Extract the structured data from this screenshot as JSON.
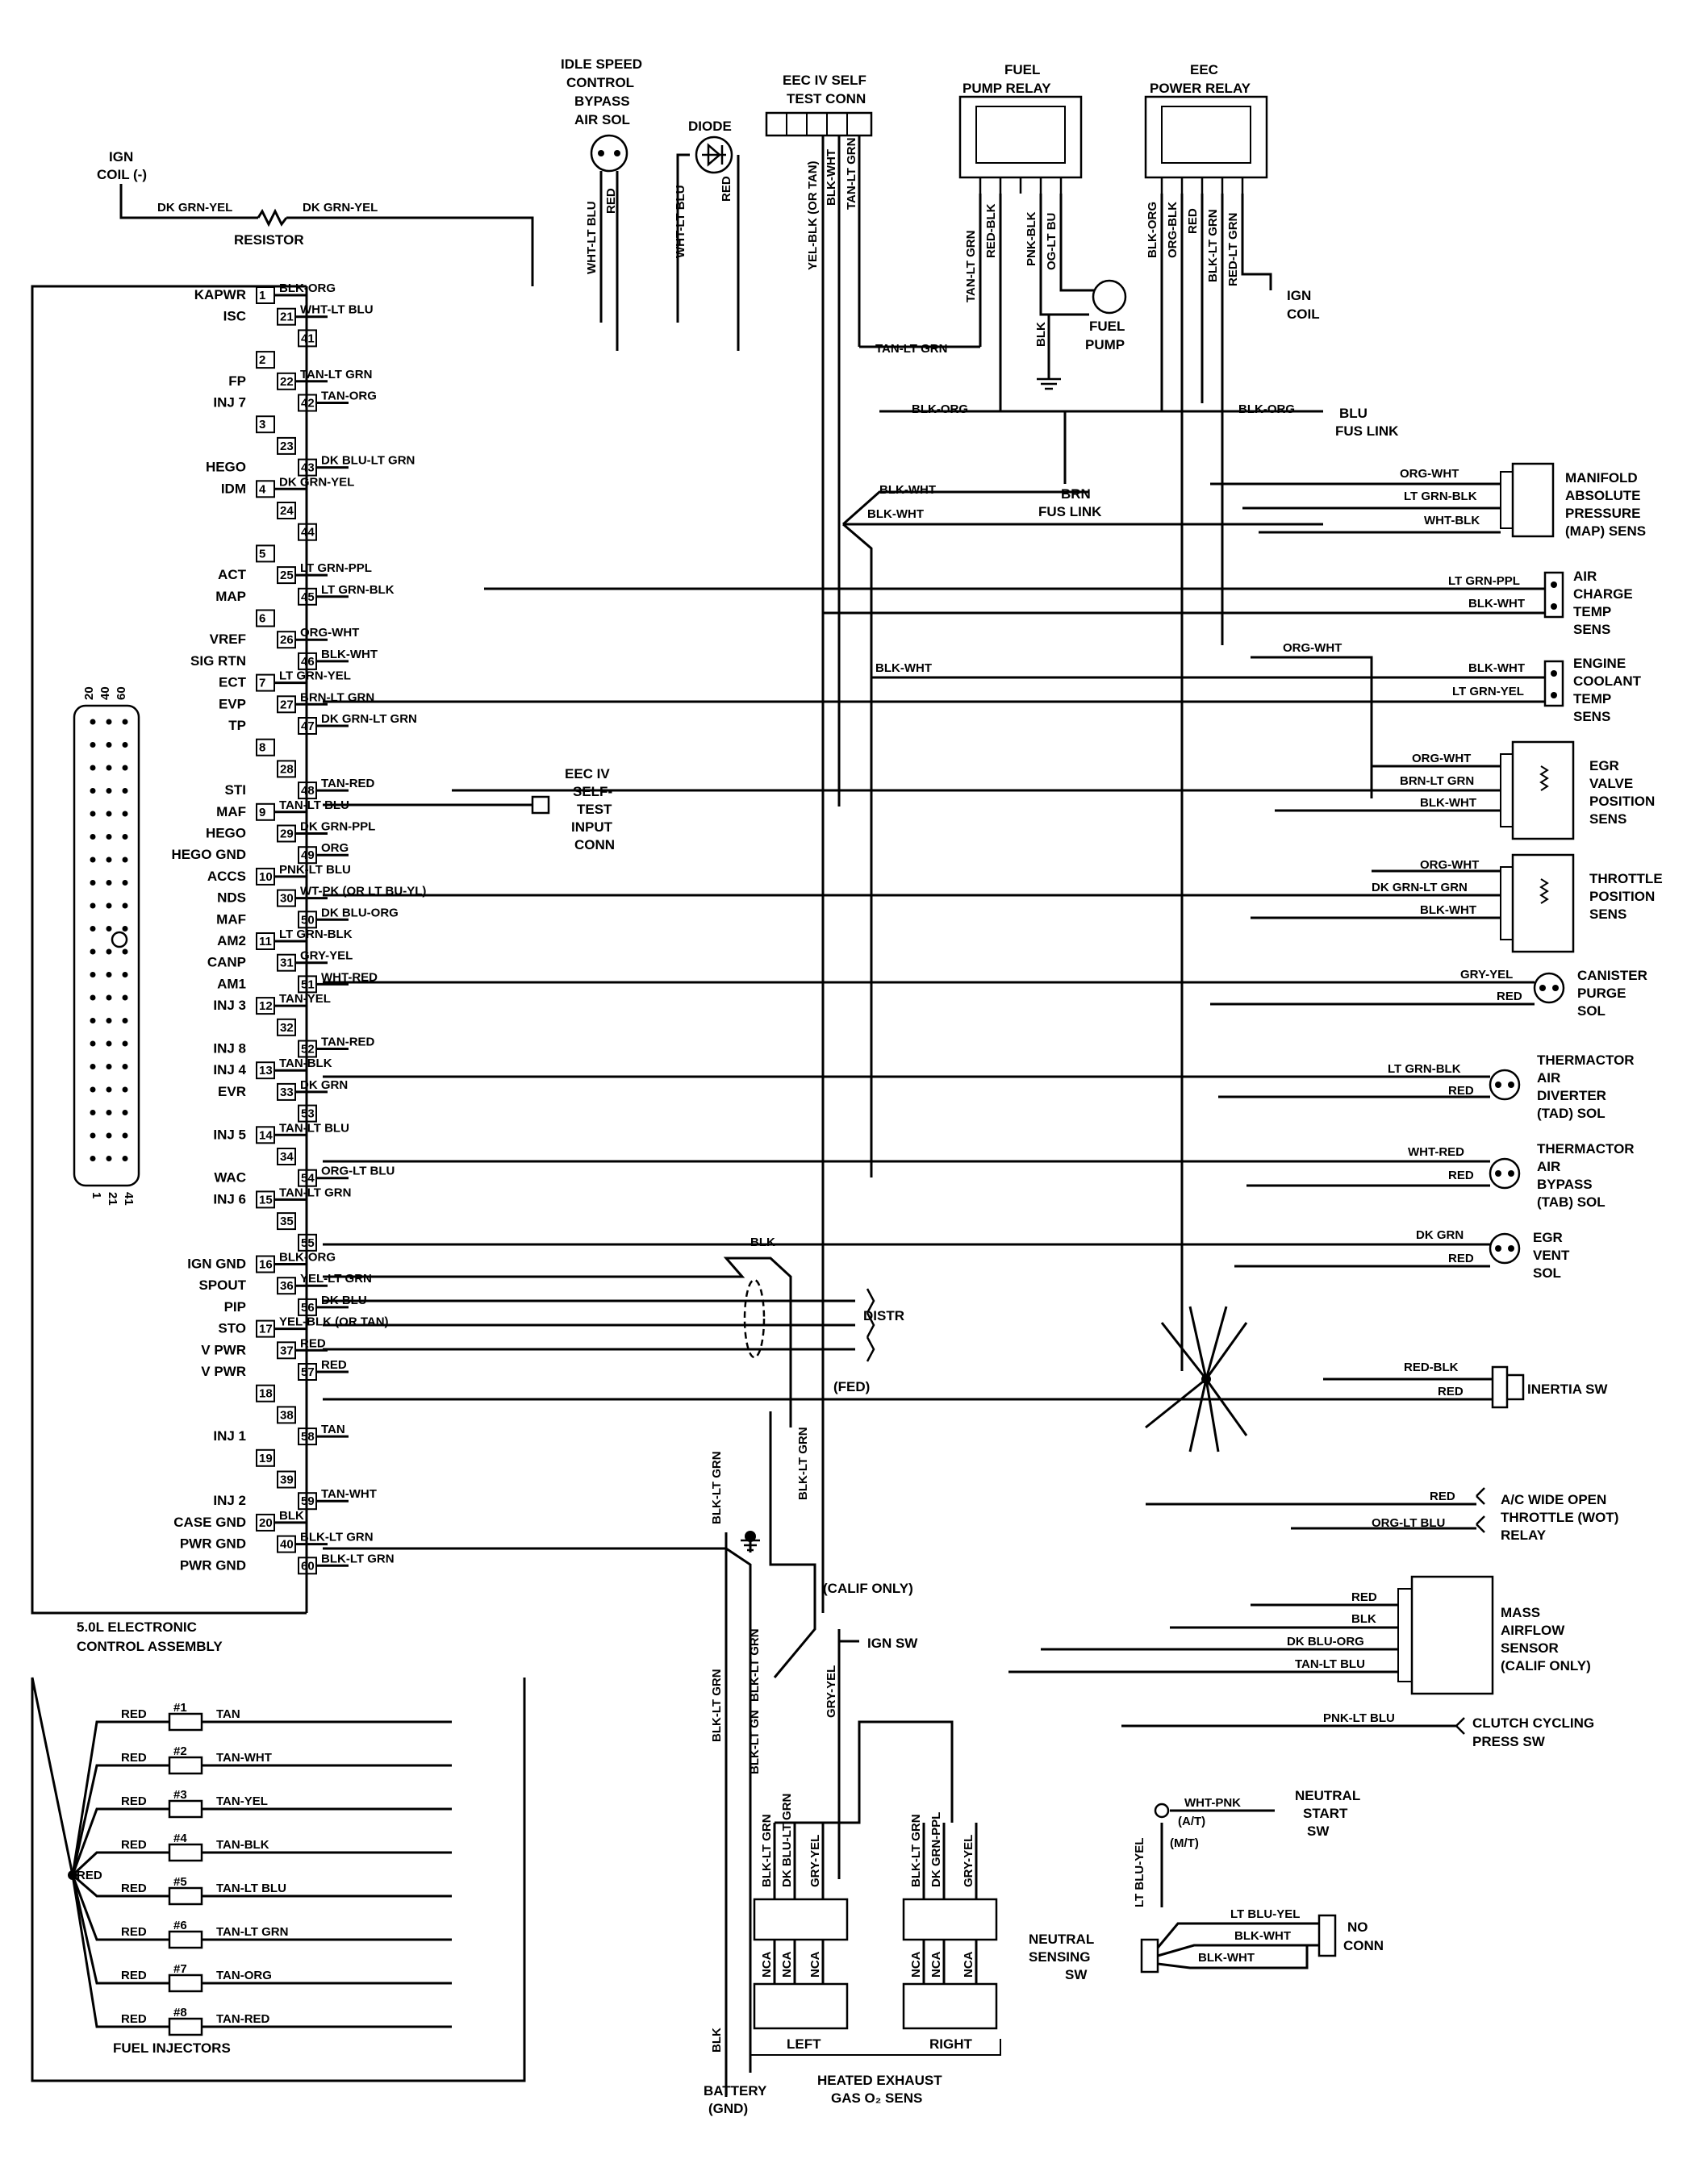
{
  "ecu": {
    "pin_names": [
      {
        "pin": "1",
        "name": "KAPWR",
        "wire": "BLK-ORG"
      },
      {
        "pin": "21",
        "name": "ISC",
        "wire": "WHT-LT BLU"
      },
      {
        "pin": "41",
        "name": "",
        "wire": ""
      },
      {
        "pin": "2",
        "name": "",
        "wire": ""
      },
      {
        "pin": "22",
        "name": "FP",
        "wire": "TAN-LT GRN"
      },
      {
        "pin": "42",
        "name": "INJ 7",
        "wire": "TAN-ORG"
      },
      {
        "pin": "3",
        "name": "",
        "wire": ""
      },
      {
        "pin": "23",
        "name": "",
        "wire": ""
      },
      {
        "pin": "43",
        "name": "HEGO",
        "wire": "DK BLU-LT GRN"
      },
      {
        "pin": "4",
        "name": "IDM",
        "wire": "DK GRN-YEL"
      },
      {
        "pin": "24",
        "name": "",
        "wire": ""
      },
      {
        "pin": "44",
        "name": "",
        "wire": ""
      },
      {
        "pin": "5",
        "name": "",
        "wire": ""
      },
      {
        "pin": "25",
        "name": "ACT",
        "wire": "LT GRN-PPL"
      },
      {
        "pin": "45",
        "name": "MAP",
        "wire": "LT GRN-BLK"
      },
      {
        "pin": "6",
        "name": "",
        "wire": ""
      },
      {
        "pin": "26",
        "name": "VREF",
        "wire": "ORG-WHT"
      },
      {
        "pin": "46",
        "name": "SIG RTN",
        "wire": "BLK-WHT"
      },
      {
        "pin": "7",
        "name": "ECT",
        "wire": "LT GRN-YEL"
      },
      {
        "pin": "27",
        "name": "EVP",
        "wire": "BRN-LT GRN"
      },
      {
        "pin": "47",
        "name": "TP",
        "wire": "DK GRN-LT GRN"
      },
      {
        "pin": "8",
        "name": "",
        "wire": ""
      },
      {
        "pin": "28",
        "name": "",
        "wire": ""
      },
      {
        "pin": "48",
        "name": "STI",
        "wire": "TAN-RED"
      },
      {
        "pin": "9",
        "name": "MAF",
        "wire": "TAN-LT BLU"
      },
      {
        "pin": "29",
        "name": "HEGO",
        "wire": "DK GRN-PPL"
      },
      {
        "pin": "49",
        "name": "HEGO GND",
        "wire": "ORG"
      },
      {
        "pin": "10",
        "name": "ACCS",
        "wire": "PNK-LT BLU"
      },
      {
        "pin": "30",
        "name": "NDS",
        "wire": "WT-PK (OR LT BU-YL)"
      },
      {
        "pin": "50",
        "name": "MAF",
        "wire": "DK BLU-ORG"
      },
      {
        "pin": "11",
        "name": "AM2",
        "wire": "LT GRN-BLK"
      },
      {
        "pin": "31",
        "name": "CANP",
        "wire": "GRY-YEL"
      },
      {
        "pin": "51",
        "name": "AM1",
        "wire": "WHT-RED"
      },
      {
        "pin": "12",
        "name": "INJ 3",
        "wire": "TAN-YEL"
      },
      {
        "pin": "32",
        "name": "",
        "wire": ""
      },
      {
        "pin": "52",
        "name": "INJ 8",
        "wire": "TAN-RED"
      },
      {
        "pin": "13",
        "name": "INJ 4",
        "wire": "TAN-BLK"
      },
      {
        "pin": "33",
        "name": "EVR",
        "wire": "DK GRN"
      },
      {
        "pin": "53",
        "name": "",
        "wire": ""
      },
      {
        "pin": "14",
        "name": "INJ 5",
        "wire": "TAN-LT BLU"
      },
      {
        "pin": "34",
        "name": "",
        "wire": ""
      },
      {
        "pin": "54",
        "name": "WAC",
        "wire": "ORG-LT BLU"
      },
      {
        "pin": "15",
        "name": "INJ 6",
        "wire": "TAN-LT GRN"
      },
      {
        "pin": "35",
        "name": "",
        "wire": ""
      },
      {
        "pin": "55",
        "name": "",
        "wire": ""
      },
      {
        "pin": "16",
        "name": "IGN GND",
        "wire": "BLK-ORG"
      },
      {
        "pin": "36",
        "name": "SPOUT",
        "wire": "YEL-LT GRN"
      },
      {
        "pin": "56",
        "name": "PIP",
        "wire": "DK BLU"
      },
      {
        "pin": "17",
        "name": "STO",
        "wire": "YEL-BLK (OR TAN)"
      },
      {
        "pin": "37",
        "name": "V PWR",
        "wire": "RED"
      },
      {
        "pin": "57",
        "name": "V PWR",
        "wire": "RED"
      },
      {
        "pin": "18",
        "name": "",
        "wire": ""
      },
      {
        "pin": "38",
        "name": "",
        "wire": ""
      },
      {
        "pin": "58",
        "name": "INJ 1",
        "wire": "TAN"
      },
      {
        "pin": "19",
        "name": "",
        "wire": ""
      },
      {
        "pin": "39",
        "name": "",
        "wire": ""
      },
      {
        "pin": "59",
        "name": "INJ 2",
        "wire": "TAN-WHT"
      },
      {
        "pin": "20",
        "name": "CASE GND",
        "wire": "BLK"
      },
      {
        "pin": "40",
        "name": "PWR GND",
        "wire": "BLK-LT GRN"
      },
      {
        "pin": "60",
        "name": "PWR GND",
        "wire": "BLK-LT GRN"
      }
    ],
    "title_line1": "5.0L ELECTRONIC",
    "title_line2": "CONTROL ASSEMBLY",
    "connector_top": [
      "20",
      "40",
      "60"
    ],
    "connector_bottom": [
      "1",
      "21",
      "41"
    ]
  },
  "top": {
    "ign_coil": [
      "IGN",
      "COIL (-)"
    ],
    "resistor": "RESISTOR",
    "resistor_wire_left": "DK GRN-YEL",
    "resistor_wire_right": "DK GRN-YEL",
    "isc": [
      "IDLE SPEED",
      "CONTROL",
      "BYPASS",
      "AIR SOL"
    ],
    "isc_wires": [
      "WHT-LT BLU",
      "RED"
    ],
    "diode": "DIODE",
    "diode_wires": [
      "WHT-LT BLU",
      "RED"
    ],
    "self_test_conn": [
      "EEC IV SELF",
      "TEST CONN"
    ],
    "self_test_wires": [
      "YEL-BLK (OR TAN)",
      "BLK-WHT",
      "TAN-LT GRN"
    ],
    "fuel_pump_relay": [
      "FUEL",
      "PUMP RELAY"
    ],
    "fpr_wires": [
      "TAN-LT GRN",
      "RED-BLK",
      "PNK-BLK",
      "OG-LT BU"
    ],
    "fuel_pump": [
      "FUEL",
      "PUMP"
    ],
    "fuel_pump_gnd": "BLK",
    "eec_power_relay": [
      "EEC",
      "POWER RELAY"
    ],
    "epr_wires": [
      "BLK-ORG",
      "ORG-BLK",
      "RED",
      "BLK-LT GRN",
      "RED-LT GRN"
    ],
    "ign_coil2": [
      "IGN",
      "COIL"
    ],
    "blu_fus": [
      "BLU",
      "FUS LINK"
    ],
    "brn_fus": [
      "BRN",
      "FUS LINK"
    ],
    "wire_tan_lt_grn": "TAN-LT GRN",
    "wire_blk_org": "BLK-ORG",
    "wire_blk_org2": "BLK-ORG",
    "wire_blk_wht1": "BLK-WHT",
    "wire_blk_wht2": "BLK-WHT",
    "wire_blk_wht3": "BLK-WHT"
  },
  "right": {
    "map": [
      "MANIFOLD",
      "ABSOLUTE",
      "PRESSURE",
      "(MAP) SENS"
    ],
    "map_wires": [
      "ORG-WHT",
      "LT GRN-BLK",
      "WHT-BLK"
    ],
    "act": [
      "AIR",
      "CHARGE",
      "TEMP",
      "SENS"
    ],
    "act_wires": [
      "LT GRN-PPL",
      "BLK-WHT"
    ],
    "ect": [
      "ENGINE",
      "COOLANT",
      "TEMP",
      "SENS"
    ],
    "ect_wires": [
      "BLK-WHT",
      "LT GRN-YEL"
    ],
    "org_wht": "ORG-WHT",
    "egr": [
      "EGR",
      "VALVE",
      "POSITION",
      "SENS"
    ],
    "egr_wires": [
      "ORG-WHT",
      "BRN-LT GRN",
      "BLK-WHT"
    ],
    "tps": [
      "THROTTLE",
      "POSITION",
      "SENS"
    ],
    "tps_wires": [
      "ORG-WHT",
      "DK GRN-LT GRN",
      "BLK-WHT"
    ],
    "canp": [
      "CANISTER",
      "PURGE",
      "SOL"
    ],
    "canp_wires": [
      "GRY-YEL",
      "RED"
    ],
    "tad": [
      "THERMACTOR",
      "AIR",
      "DIVERTER",
      "(TAD) SOL"
    ],
    "tad_wires": [
      "LT GRN-BLK",
      "RED"
    ],
    "tab": [
      "THERMACTOR",
      "AIR",
      "BYPASS",
      "(TAB) SOL"
    ],
    "tab_wires": [
      "WHT-RED",
      "RED"
    ],
    "evr": [
      "EGR",
      "VENT",
      "SOL"
    ],
    "evr_wires": [
      "DK GRN",
      "RED"
    ],
    "inertia": "INERTIA SW",
    "inertia_wires": [
      "RED-BLK",
      "RED"
    ],
    "wot": [
      "A/C WIDE OPEN",
      "THROTTLE (WOT)",
      "RELAY"
    ],
    "wot_wires": [
      "RED",
      "ORG-LT BLU"
    ],
    "maf": [
      "MASS",
      "AIRFLOW",
      "SENSOR",
      "(CALIF ONLY)"
    ],
    "maf_wires": [
      "RED",
      "BLK",
      "DK BLU-ORG",
      "TAN-LT BLU"
    ],
    "clutch": [
      "CLUTCH CYCLING",
      "PRESS SW"
    ],
    "clutch_wire": "PNK-LT BLU"
  },
  "middle": {
    "self_test_input": [
      "EEC IV",
      "SELF-",
      "TEST",
      "INPUT",
      "CONN"
    ],
    "distr": "DISTR",
    "blk": "BLK",
    "fed": "(FED)",
    "calif": "(CALIF ONLY)",
    "ign_sw": "IGN SW",
    "vert_wires": [
      "BLK-LT GRN",
      "BLK-LT GRN",
      "BLK-LT GRN",
      "BLK-LT GRN",
      "BLK-LT GN",
      "GRY-YEL"
    ],
    "battery": [
      "BATTERY",
      "(GND)"
    ],
    "battery_wire": "BLK",
    "left_o2_wires": [
      "BLK-LT GRN",
      "DK BLU-LT GRN",
      "GRY-YEL"
    ],
    "right_o2_wires": [
      "BLK-LT GRN",
      "DK GRN-PPL",
      "GRY-YEL"
    ],
    "nca": "NCA",
    "left": "LEFT",
    "right": "RIGHT",
    "o2_title": [
      "HEATED EXHAUST",
      "GAS O₂ SENS"
    ]
  },
  "injectors": {
    "items": [
      {
        "num": "#1",
        "wire": "TAN"
      },
      {
        "num": "#2",
        "wire": "TAN-WHT"
      },
      {
        "num": "#3",
        "wire": "TAN-YEL"
      },
      {
        "num": "#4",
        "wire": "TAN-BLK"
      },
      {
        "num": "#5",
        "wire": "TAN-LT BLU"
      },
      {
        "num": "#6",
        "wire": "TAN-LT GRN"
      },
      {
        "num": "#7",
        "wire": "TAN-ORG"
      },
      {
        "num": "#8",
        "wire": "TAN-RED"
      }
    ],
    "feed": "RED",
    "feed_extra": "RED",
    "title": "FUEL INJECTORS"
  },
  "nss": {
    "neutral_start": [
      "NEUTRAL",
      "START",
      "SW"
    ],
    "wht_pnk": "WHT-PNK",
    "at": "(A/T)",
    "mt": "(M/T)",
    "lt_blu_yel_v": "LT BLU-YEL",
    "neutral_sensing": [
      "NEUTRAL",
      "SENSING",
      "SW"
    ],
    "nss_wires": [
      "LT BLU-YEL",
      "BLK-WHT",
      "BLK-WHT"
    ],
    "no_conn": [
      "NO",
      "CONN"
    ]
  }
}
